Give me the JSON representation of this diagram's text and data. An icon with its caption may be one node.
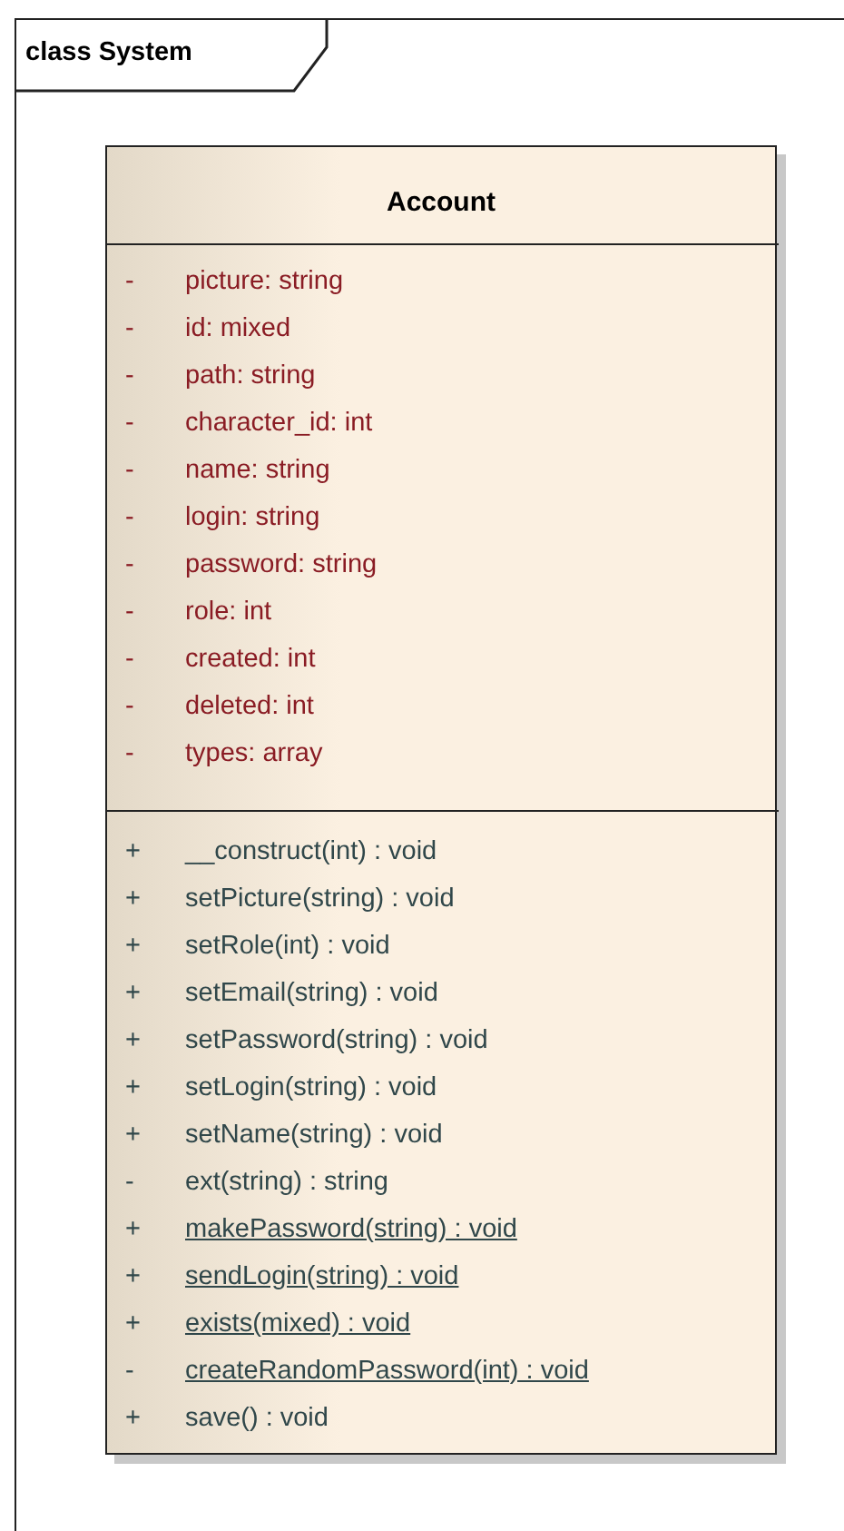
{
  "diagram": {
    "nodes": [
      {
        "text": [
          "class System"
        ]
      },
      {
        "text": [
          "Account"
        ],
        "in": 0
      },
      {
        "text": [
          "-",
          "picture: string",
          "-",
          "id: mixed",
          "-",
          "path: string",
          "-",
          "character_id: int",
          "-",
          "name: string",
          "-",
          "login: string",
          "-",
          "password: string",
          "-",
          "role: int",
          "-",
          "created: int",
          "-",
          "deleted: int",
          "-",
          "types: array"
        ],
        "in": 1
      },
      {
        "text": [
          "+",
          "__construct(int) : void",
          "+",
          "setPicture(string) : void",
          "+",
          "setRole(int) : void",
          "+",
          "setEmail(string) : void",
          "+",
          "setPassword(string) : void",
          "+",
          "setLogin(string) : void",
          "+",
          "setName(string) : void",
          "-",
          "ext(string) : string",
          "+",
          "makePassword(string) : void",
          "+",
          "sendLogin(string) : void",
          "+",
          "exists(mixed) : void",
          "-",
          "createRandomPassword(int) : void",
          "+",
          "save() : void"
        ],
        "in": 1
      }
    ]
  }
}
